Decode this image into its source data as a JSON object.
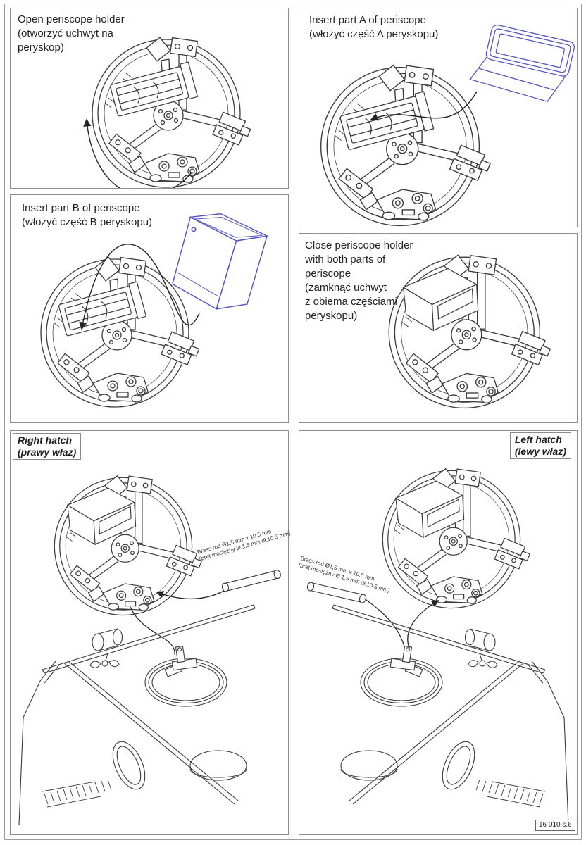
{
  "page": {
    "footer": "16 010 s.6"
  },
  "colors": {
    "line": "#3a3a3a",
    "periscope_part": "#5656c0",
    "panel_border": "#8d8d8d"
  },
  "steps": [
    {
      "caption": "Open periscope holder\n(otworzyć uchwyt na\nperyskop)"
    },
    {
      "caption": "Insert part A of periscope\n(włożyć część A peryskopu)"
    },
    {
      "caption": "Insert part B of periscope\n(włożyć część B peryskopu)"
    },
    {
      "caption": "Close periscope holder\nwith both parts of\nperiscope\n(zamknąć uchwyt\nz obiema częściami\nperyskopu)"
    },
    {
      "caption": "Right  hatch\n(prawy właz)",
      "brass_note": "Brass rod Ø1,5 mm x 10,5 mm\n(pręt mosiężny Ø 1,5 mm dł.10,5 mm)"
    },
    {
      "caption": "Left hatch\n(lewy właz)",
      "brass_note": "Brass rod Ø1,5 mm x 10,5 mm\n(pręt mosiężny Ø 1,5 mm dł.10,5 mm)"
    }
  ]
}
